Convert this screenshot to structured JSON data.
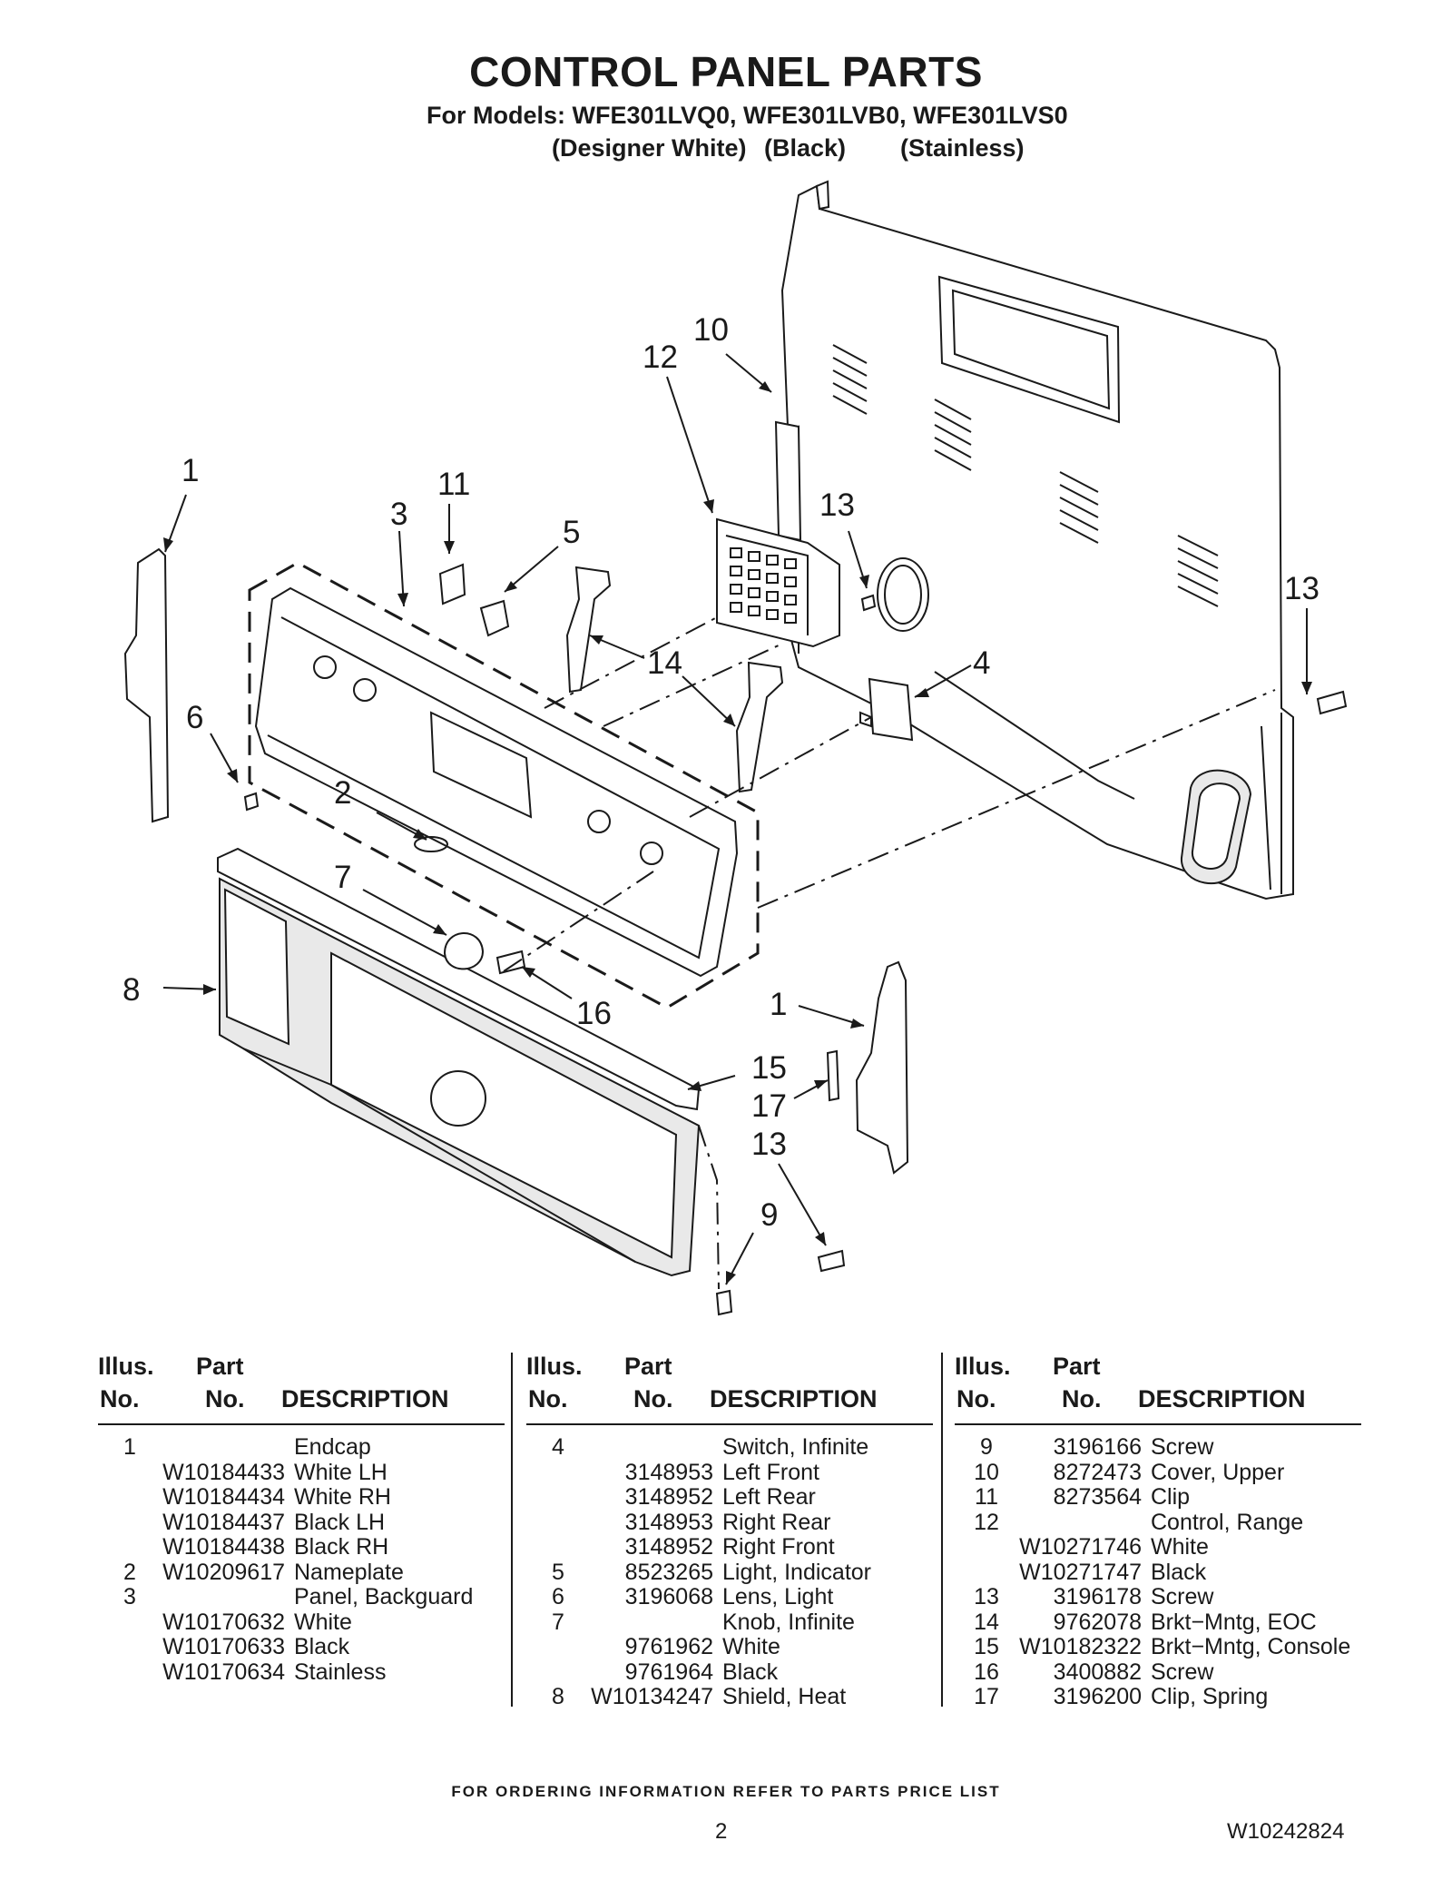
{
  "title": "CONTROL PANEL PARTS",
  "models_line": "For Models: WFE301LVQ0, WFE301LVB0, WFE301LVS0",
  "variants": [
    "(Designer White)",
    "(Black)",
    "(Stainless)"
  ],
  "callouts": [
    "1",
    "11",
    "3",
    "5",
    "12",
    "10",
    "13",
    "13",
    "4",
    "14",
    "6",
    "2",
    "7",
    "8",
    "16",
    "1",
    "15",
    "17",
    "13",
    "9"
  ],
  "table_headers": {
    "illus": "Illus.",
    "no1": "No.",
    "part": "Part",
    "no2": "No.",
    "desc": "DESCRIPTION"
  },
  "parts_columns": [
    [
      {
        "illus": "1",
        "part": "",
        "desc": "Endcap"
      },
      {
        "illus": "",
        "part": "W10184433",
        "desc": "White LH"
      },
      {
        "illus": "",
        "part": "W10184434",
        "desc": "White RH"
      },
      {
        "illus": "",
        "part": "W10184437",
        "desc": "Black LH"
      },
      {
        "illus": "",
        "part": "W10184438",
        "desc": "Black RH"
      },
      {
        "illus": "2",
        "part": "W10209617",
        "desc": "Nameplate"
      },
      {
        "illus": "3",
        "part": "",
        "desc": "Panel, Backguard"
      },
      {
        "illus": "",
        "part": "W10170632",
        "desc": "White"
      },
      {
        "illus": "",
        "part": "W10170633",
        "desc": "Black"
      },
      {
        "illus": "",
        "part": "W10170634",
        "desc": "Stainless"
      }
    ],
    [
      {
        "illus": "4",
        "part": "",
        "desc": "Switch, Infinite"
      },
      {
        "illus": "",
        "part": "3148953",
        "desc": "Left Front"
      },
      {
        "illus": "",
        "part": "3148952",
        "desc": "Left Rear"
      },
      {
        "illus": "",
        "part": "3148953",
        "desc": "Right Rear"
      },
      {
        "illus": "",
        "part": "3148952",
        "desc": "Right Front"
      },
      {
        "illus": "5",
        "part": "8523265",
        "desc": "Light, Indicator"
      },
      {
        "illus": "6",
        "part": "3196068",
        "desc": "Lens, Light"
      },
      {
        "illus": "7",
        "part": "",
        "desc": "Knob, Infinite"
      },
      {
        "illus": "",
        "part": "9761962",
        "desc": "White"
      },
      {
        "illus": "",
        "part": "9761964",
        "desc": "Black"
      },
      {
        "illus": "8",
        "part": "W10134247",
        "desc": "Shield, Heat"
      }
    ],
    [
      {
        "illus": "9",
        "part": "3196166",
        "desc": "Screw"
      },
      {
        "illus": "10",
        "part": "8272473",
        "desc": "Cover, Upper"
      },
      {
        "illus": "11",
        "part": "8273564",
        "desc": "Clip"
      },
      {
        "illus": "12",
        "part": "",
        "desc": "Control, Range"
      },
      {
        "illus": "",
        "part": "W10271746",
        "desc": "White"
      },
      {
        "illus": "",
        "part": "W10271747",
        "desc": "Black"
      },
      {
        "illus": "13",
        "part": "3196178",
        "desc": "Screw"
      },
      {
        "illus": "14",
        "part": "9762078",
        "desc": "Brkt−Mntg, EOC"
      },
      {
        "illus": "15",
        "part": "W10182322",
        "desc": "Brkt−Mntg, Console"
      },
      {
        "illus": "16",
        "part": "3400882",
        "desc": "Screw"
      },
      {
        "illus": "17",
        "part": "3196200",
        "desc": "Clip, Spring"
      }
    ]
  ],
  "footer": "FOR ORDERING INFORMATION REFER TO PARTS PRICE LIST",
  "page_number": "2",
  "document_number": "W10242824"
}
